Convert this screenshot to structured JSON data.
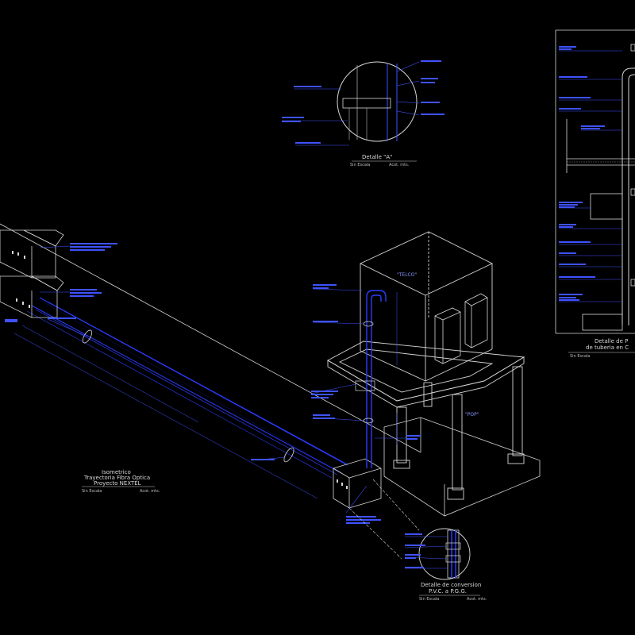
{
  "colors": {
    "background": "#000000",
    "structure": "#d6d6d6",
    "pipe": "#2b3cff",
    "annotation": "#3f52ff",
    "text": "#d8d8d8"
  },
  "detail_a": {
    "title": "Detalle \"A\"",
    "scale": "Sin Escala",
    "units": "Acot. mts."
  },
  "isometric": {
    "title_line1": "Isometrico",
    "title_line2": "Trayectoria Fibra Optica",
    "title_line3": "Proyecto NEXTEL",
    "scale": "Sin Escala",
    "units": "Acot. mts."
  },
  "building": {
    "upper_label": "\"TELCO\"",
    "lower_label": "\"POP\""
  },
  "detail_conversion": {
    "title_line1": "Detalle de conversion",
    "title_line2": "P.V.C. a P.G.G.",
    "scale": "Sin Escala",
    "units": "Acot. mts."
  },
  "detail_right": {
    "title_line1": "Detalle de P",
    "title_line2": "de tuberia en C",
    "scale": "Sin Escala"
  }
}
